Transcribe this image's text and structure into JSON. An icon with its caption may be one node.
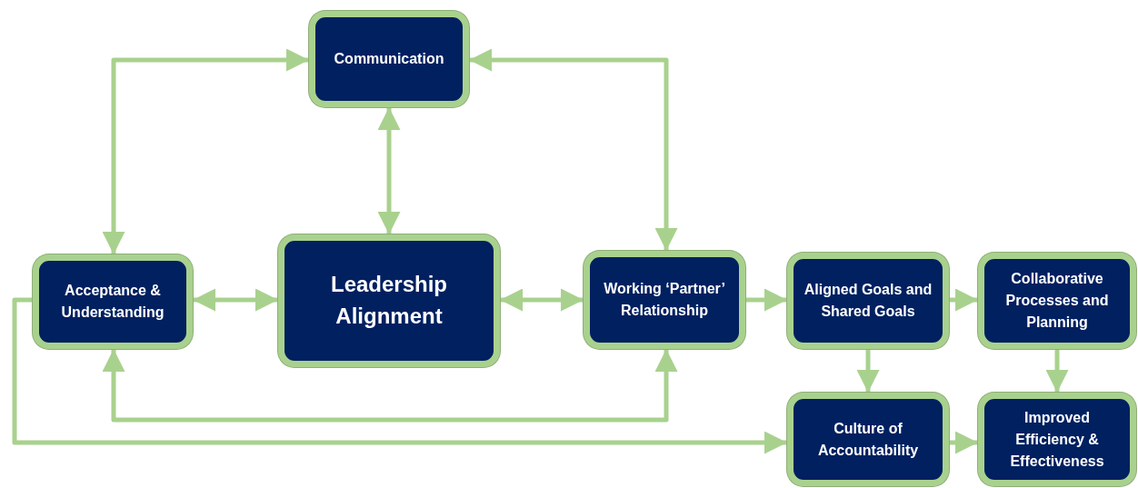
{
  "diagram": {
    "nodes": [
      {
        "text": [
          "Communication"
        ]
      },
      {
        "text": [
          "Acceptance & Understanding"
        ]
      },
      {
        "text": [
          "Leadership Alignment"
        ]
      },
      {
        "text": [
          "Working ‘Partner’ Relationship"
        ]
      },
      {
        "text": [
          "Aligned Goals and Shared Goals"
        ]
      },
      {
        "text": [
          "Collaborative Processes and Planning"
        ]
      },
      {
        "text": [
          "Culture of Accountability"
        ]
      },
      {
        "text": [
          "Improved Efficiency & Effectiveness"
        ]
      }
    ],
    "edges": [
      {
        "from": 1,
        "to": 0,
        "arrow": "both"
      },
      {
        "from": 0,
        "to": 3,
        "arrow": "both"
      },
      {
        "from": 0,
        "to": 2,
        "arrow": "both"
      },
      {
        "from": 1,
        "to": 2,
        "arrow": "both"
      },
      {
        "from": 2,
        "to": 3,
        "arrow": "both"
      },
      {
        "from": 1,
        "to": 3,
        "arrow": "both"
      },
      {
        "from": 3,
        "to": 4,
        "arrow": "to"
      },
      {
        "from": 4,
        "to": 5,
        "arrow": "to"
      },
      {
        "from": 4,
        "to": 6,
        "arrow": "to"
      },
      {
        "from": 5,
        "to": 7,
        "arrow": "to"
      },
      {
        "from": 6,
        "to": 7,
        "arrow": "to"
      },
      {
        "from": 1,
        "to": 6,
        "arrow": "to"
      }
    ]
  }
}
